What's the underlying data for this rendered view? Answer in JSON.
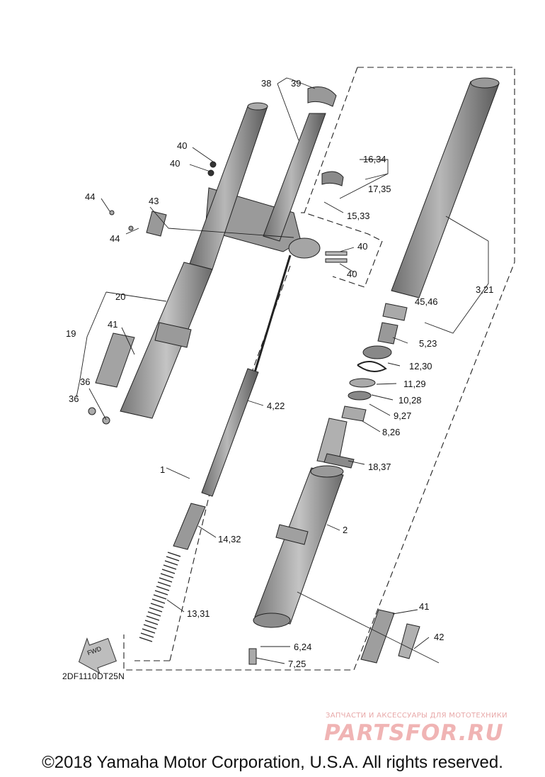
{
  "labels": {
    "l38": "38",
    "l39": "39",
    "l40a": "40",
    "l40b": "40",
    "l40c": "40",
    "l40d": "40",
    "l16_34": "16,34",
    "l17_35": "17,35",
    "l15_33": "15,33",
    "l44a": "44",
    "l43": "43",
    "l44b": "44",
    "l20": "20",
    "l19": "19",
    "l41a": "41",
    "l36a": "36",
    "l36b": "36",
    "l3_21": "3,21",
    "l45_46": "45,46",
    "l5_23": "5,23",
    "l12_30": "12,30",
    "l11_29": "11,29",
    "l10_28": "10,28",
    "l9_27": "9,27",
    "l8_26": "8,26",
    "l18_37": "18,37",
    "l4_22": "4,22",
    "l1": "1",
    "l2": "2",
    "l14_32": "14,32",
    "l13_31": "13,31",
    "l41b": "41",
    "l42": "42",
    "l6_24": "6,24",
    "l7_25": "7,25"
  },
  "fwd_arrow_text": "FWD",
  "diagram_code": "2DF1110DT25N",
  "watermark": {
    "line1": "ЗАПЧАСТИ И АКСЕССУАРЫ ДЛЯ МОТОТЕХНИКИ",
    "line2": "PARTSFOR.RU"
  },
  "copyright": "©2018 Yamaha Motor Corporation, U.S.A. All rights reserved."
}
